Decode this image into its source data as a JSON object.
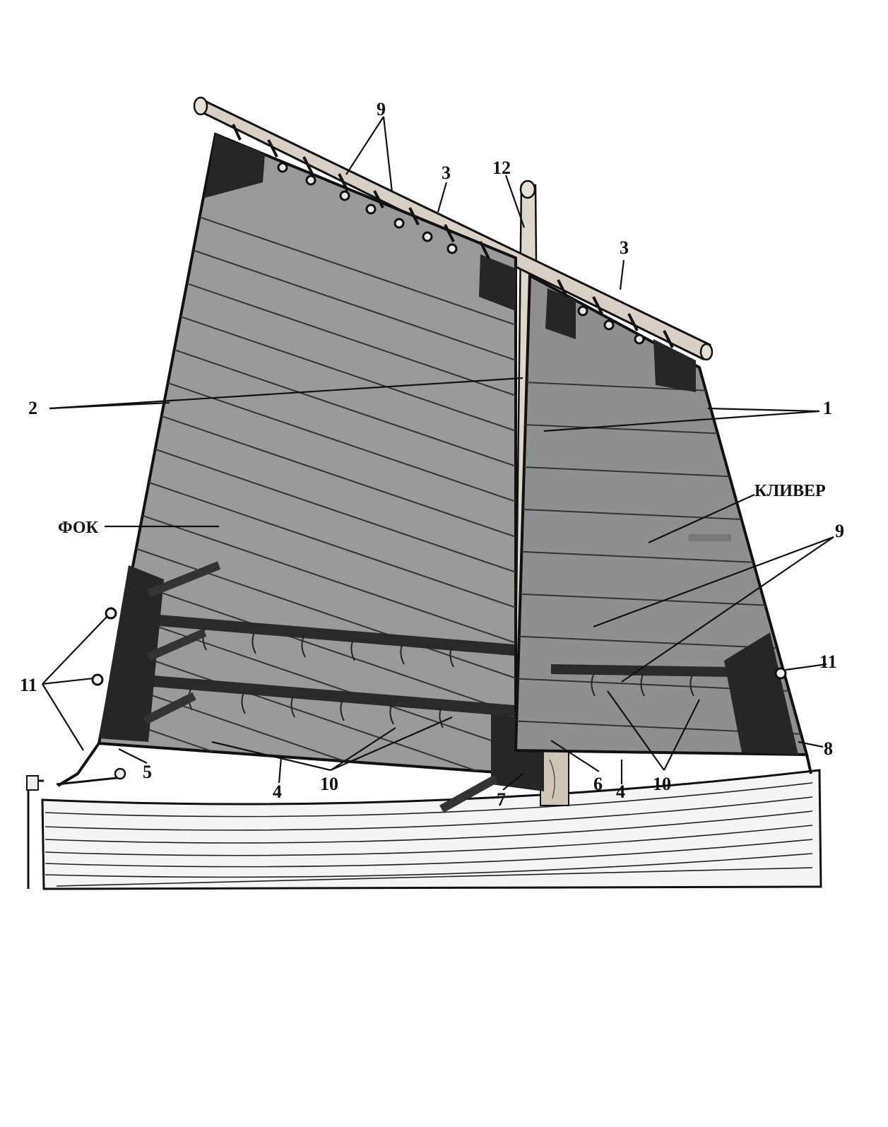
{
  "labels": {
    "l1": "1",
    "l2": "2",
    "l3a": "3",
    "l3b": "3",
    "l4a": "4",
    "l4b": "4",
    "l5": "5",
    "l6": "6",
    "l7": "7",
    "l8": "8",
    "l9a": "9",
    "l9b": "9",
    "l10a": "10",
    "l10b": "10",
    "l11a": "11",
    "l11b": "11",
    "l12": "12",
    "fok": "ФОК",
    "kliver": "КЛИВЕР"
  },
  "colors": {
    "sail": "#9a9a9a",
    "sail_dark": "#8a8a8a",
    "patch": "#262626",
    "wood": "#d8d0c4",
    "ink": "#111111"
  }
}
